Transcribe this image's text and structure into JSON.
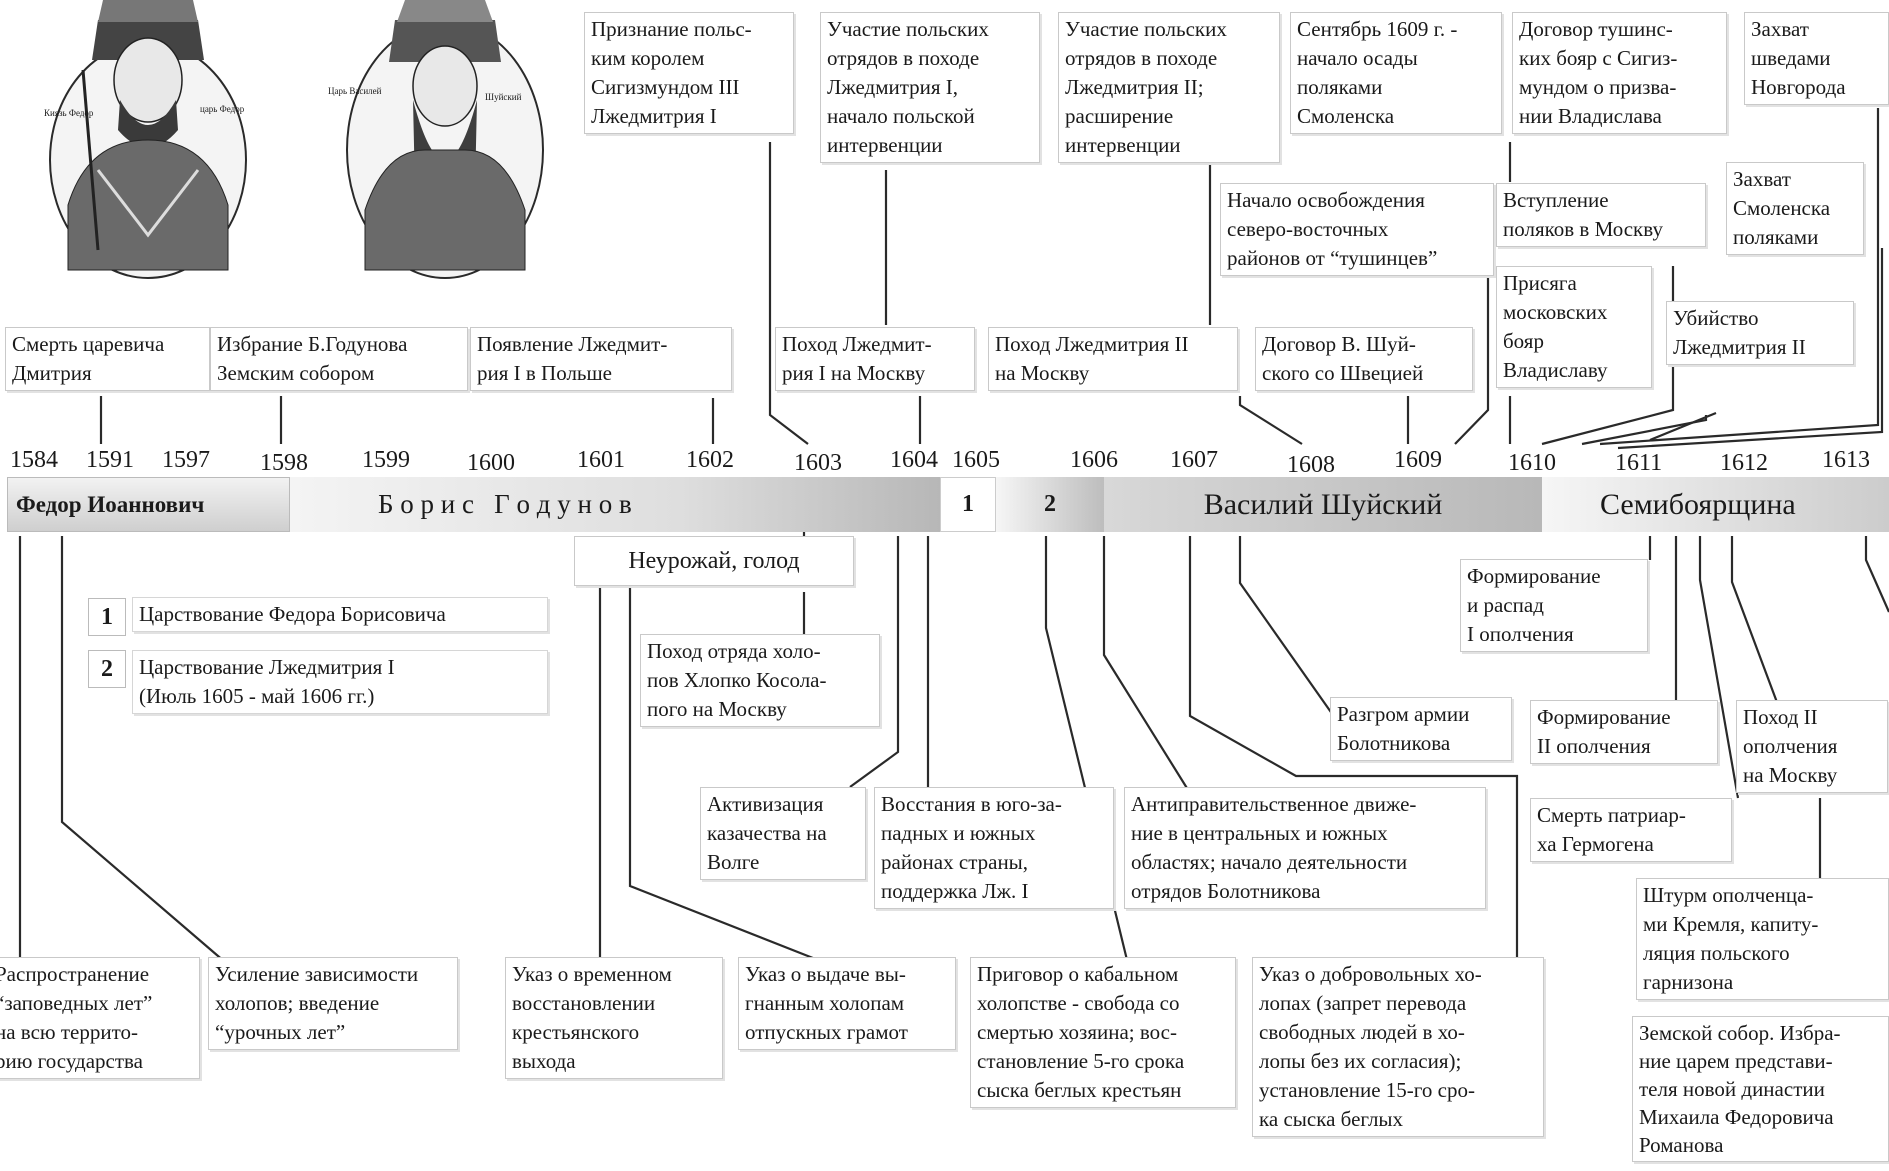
{
  "years": [
    "1584",
    "1591",
    "1597",
    "1598",
    "1599",
    "1600",
    "1601",
    "1602",
    "1603",
    "1604",
    "1605",
    "1606",
    "1607",
    "1608",
    "1609",
    "1610",
    "1611",
    "1612",
    "1613"
  ],
  "reigns": {
    "fedor": "Федор Иоаннович",
    "boris": "Б о р и с   Г о д у н о в",
    "r1": "1",
    "r2": "2",
    "shuisky": "Василий Шуйский",
    "semib": "Семибоярщина"
  },
  "legend": [
    {
      "num": "1",
      "text": "Царствование Федора Борисовича"
    },
    {
      "num": "2",
      "text": "Царствование Лжедмитрия I\n(Июль 1605 - май 1606 гг.)"
    }
  ],
  "top_events": {
    "e1": "Смерть царевича\nДмитрия",
    "e2": "Избрание Б.Годунова\nЗемским собором",
    "e3": "Появление Лжедмит-\nрия I в Польше",
    "e4": "Признание польс-\nким королем\nСигизмундом III\nЛжедмитрия I",
    "e5": "Участие польских\nотрядов в походе\nЛжедмитрия I,\nначало польской\nинтервенции",
    "e6": "Поход Лжедмит-\nрия I  на Москву",
    "e7": "Участие польских\nотрядов в походе\nЛжедмитрия II;\nрасширение\nинтервенции",
    "e8": "Поход Лжедмитрия II\nна Москву",
    "e9": "Сентябрь 1609 г. -\nначало осады\nполяками\nСмоленска",
    "e10": "Начало освобождения\nсеверо-восточных\nрайонов от “тушинцев”",
    "e11": "Договор В. Шуй-\nского со Швецией",
    "e12": "Договор тушинс-\nких бояр с Сигиз-\nмундом о призва-\nнии Владислава",
    "e13": "Вступление\nполяков в Москву",
    "e14": "Присяга\nмосковских\nбояр\nВладиславу",
    "e15": "Захват\nшведами\nНовгорода",
    "e16": "Захват\nСмоленска\nполяками",
    "e17": "Убийство\nЛжедмитрия II"
  },
  "bottom_events": {
    "b1": "Неурожай, голод",
    "b2": "Поход отряда холо-\nпов Хлопко Косола-\nпого на Москву",
    "b3": "Активизация\nказачества на\nВолге",
    "b4": "Восстания в юго-за-\nпадных и южных\nрайонах страны,\nподдержка Лж. I",
    "b5": "Антиправительственное движе-\nние в центральных и южных\nобластях; начало деятельности\nотрядов Болотникова",
    "b6": "Разгром армии\nБолотникова",
    "b7": "Формирование\nи распад\nI ополчения",
    "b8": "Формирование\nII ополчения",
    "b9": "Поход II\nополчения\nна Москву",
    "b10": "Смерть патриар-\nха Гермогена",
    "b11": "Штурм ополченца-\nми Кремля, капиту-\nляция польского\nгарнизона",
    "b12": "Земской собор. Избра-\nние царем представи-\nтеля новой династии\nМихаила Федоровича\nРоманова",
    "b13": "Распространение\n“заповедных лет”\nна всю террито-\nрию государства",
    "b14": "Усиление зависимости\nхолопов; введение\n“урочных лет”",
    "b15": "Указ о временном\nвосстановлении\nкрестьянского\nвыхода",
    "b16": "Указ о выдаче вы-\nгнанным холопам\nотпускных грамот",
    "b17": "Приговор о кабальном\nхолопстве - свобода со\nсмертью хозяина; вос-\nстановление 5-го срока\nсыска беглых крестьян",
    "b18": "Указ о добровольных хо-\nлопах (запрет перевода\nсвободных людей в хо-\nлопы без их согласия);\nустановление 15-го сро-\nка сыска беглых"
  },
  "portrait_captions": {
    "p1_left": "Киязь Федор",
    "p1_right": "царь Федор",
    "p2_left": "Царь Василей",
    "p2_right": "Шуйский"
  }
}
